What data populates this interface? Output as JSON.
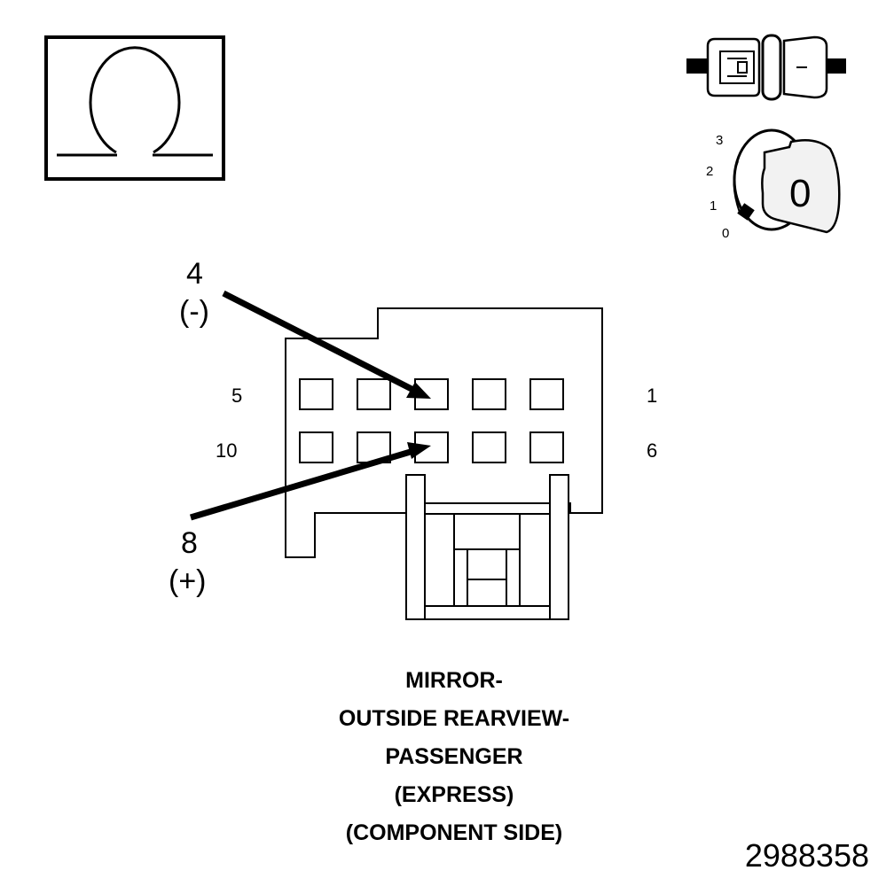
{
  "symbols": {
    "meter_icon": "ohm-symbol-icon",
    "connector_icon": "disconnected-connector-icon",
    "ignition_icon": "ignition-key-icon"
  },
  "ignition": {
    "positions": [
      "3",
      "2",
      "1",
      "0"
    ],
    "key_letter": "0"
  },
  "callouts": {
    "pin_a": {
      "number": "4",
      "polarity": "(-)"
    },
    "pin_b": {
      "number": "8",
      "polarity": "(+)"
    }
  },
  "pin_labels": {
    "top_left": "5",
    "top_right": "1",
    "bottom_left": "10",
    "bottom_right": "6"
  },
  "caption": {
    "line1": "MIRROR-",
    "line2": "OUTSIDE REARVIEW-",
    "line3": "PASSENGER",
    "line4": "(EXPRESS)",
    "line5": "(COMPONENT SIDE)"
  },
  "figure_id": "2988358",
  "colors": {
    "ink": "#000000",
    "paper": "#ffffff",
    "key_fill": "#f2f2f2"
  }
}
